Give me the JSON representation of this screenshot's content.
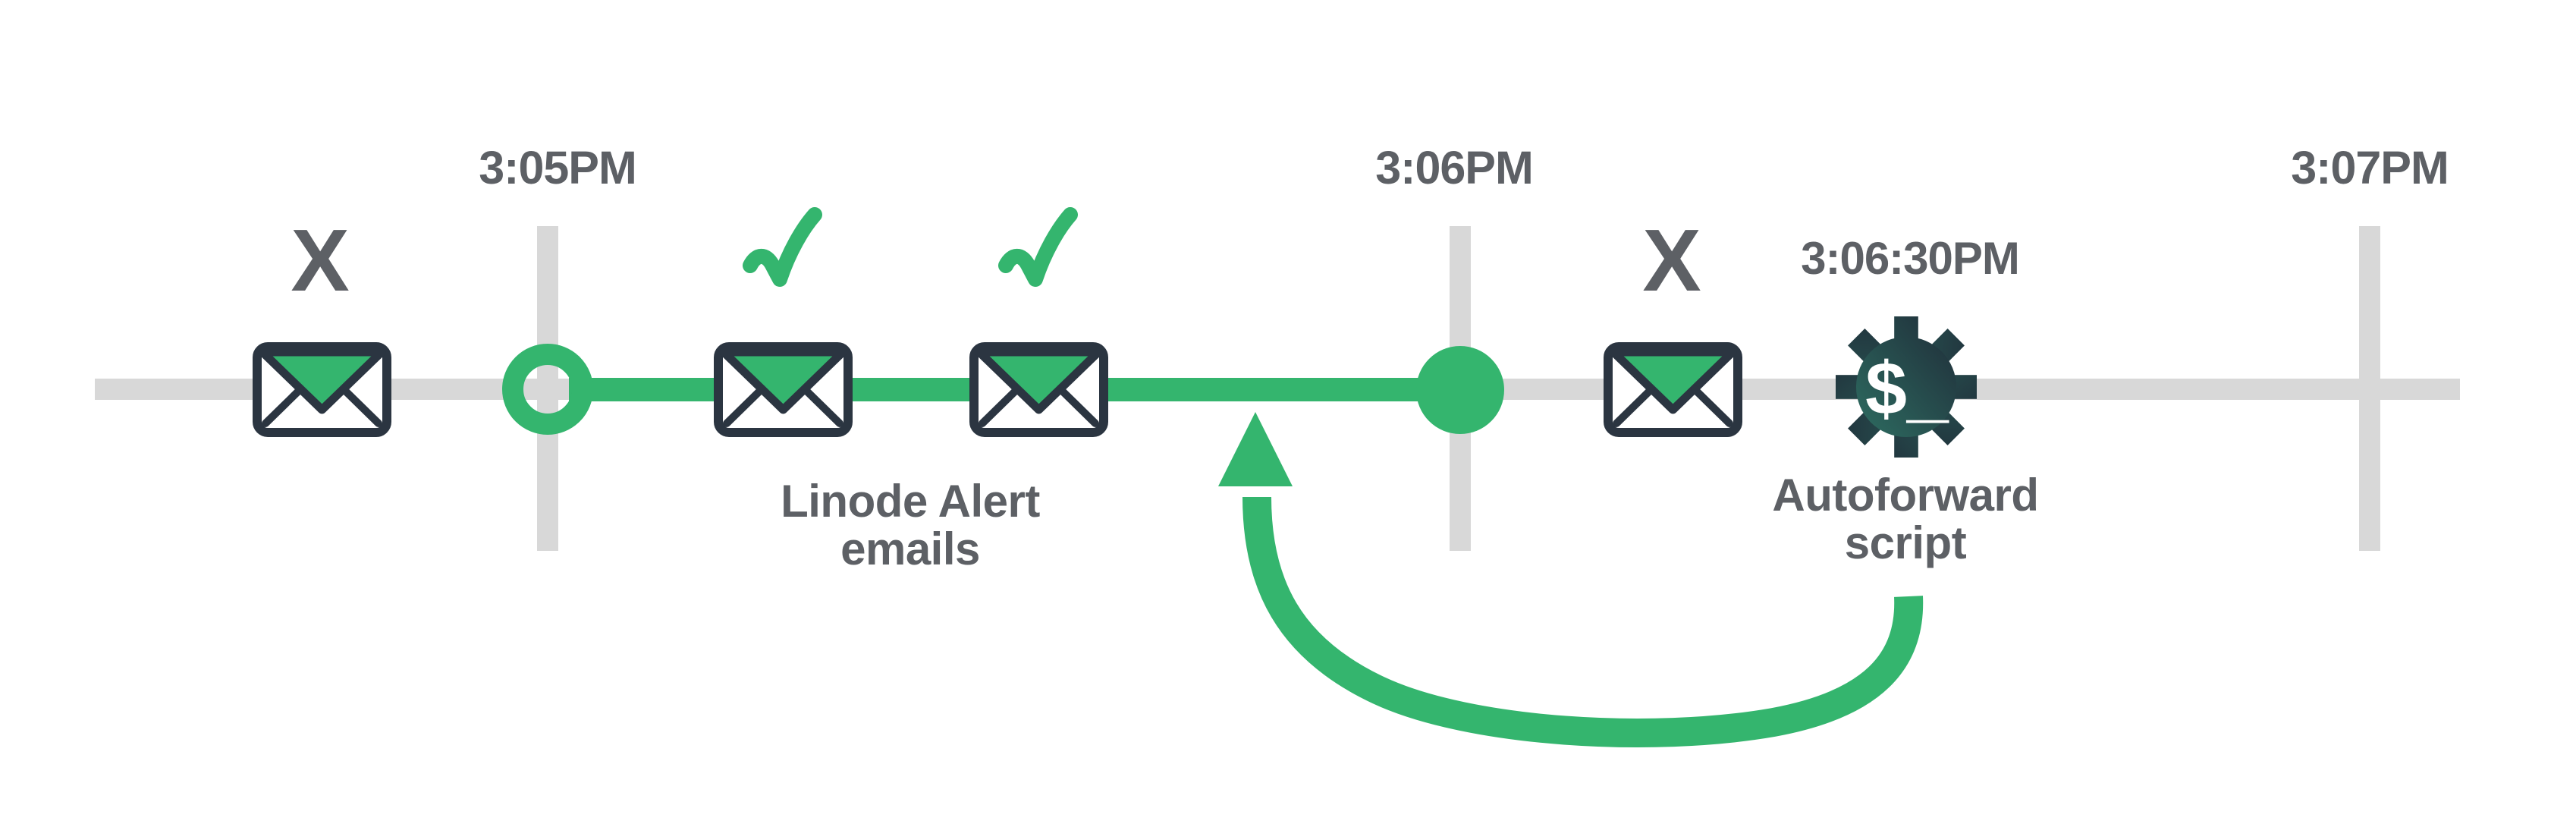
{
  "diagram": {
    "description": "Timeline of Linode Alert emails being autoforwarded",
    "colors": {
      "accent_green": "#34b56e",
      "track_gray": "#d8d8d8",
      "text_gray": "#5d6065",
      "outline_dark": "#2b3541",
      "gear_gradient_start": "#2f7466",
      "gear_gradient_end": "#1f2a37",
      "background": "#ffffff"
    },
    "timeline": {
      "ticks": [
        {
          "label": "3:05PM"
        },
        {
          "label": "3:06PM"
        },
        {
          "label": "3:07PM"
        }
      ]
    },
    "events": [
      {
        "type": "email",
        "status": "not-sent",
        "marker": "X"
      },
      {
        "type": "email",
        "status": "sent",
        "marker": "check"
      },
      {
        "type": "email",
        "status": "sent",
        "marker": "check"
      },
      {
        "type": "email",
        "status": "not-sent",
        "marker": "X"
      },
      {
        "type": "script",
        "time": "3:06:30PM",
        "terminal_prompt": "$_"
      }
    ],
    "labels": {
      "emails_group_line1": "Linode Alert",
      "emails_group_line2": "emails",
      "script_line1": "Autoforward",
      "script_line2": "script"
    }
  }
}
